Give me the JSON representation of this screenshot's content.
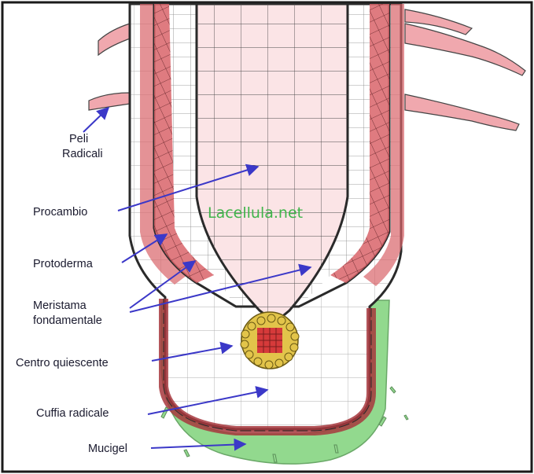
{
  "labels": {
    "peli_radicali_line1": "Peli",
    "peli_radicali_line2": "Radicali",
    "procambio": "Procambio",
    "protoderma": "Protoderma",
    "meristema_line1": "Meristama",
    "meristema_line2": "fondamentale",
    "centro_quiescente": "Centro quiescente",
    "cuffia_radicale": "Cuffia radicale",
    "mucigel": "Mucigel"
  },
  "watermark": "Lacellula.net",
  "colors": {
    "frame": "#1a1a1a",
    "procambium_fill": "#fbe4e6",
    "cortex_fill": "#d9646a",
    "protoderm_fill": "#ffffff",
    "root_cap_fill": "#ffffff",
    "root_cap_border": "#a7373d",
    "mucigel_fill": "#92d98e",
    "root_hair_fill": "#f0a8ae",
    "quiescent_center_fill": "#e2c44a",
    "quiescent_center_core": "#d63a3a",
    "arrow": "#3b38c8",
    "watermark": "#3fb54a"
  }
}
